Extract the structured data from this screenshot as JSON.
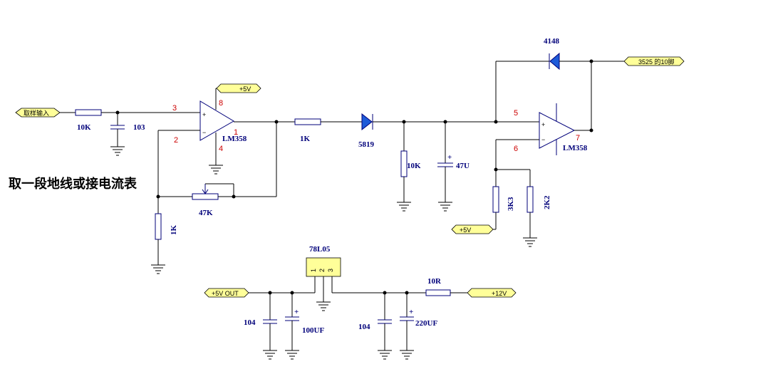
{
  "ports": {
    "input": "取样输入",
    "p5v_top": "+5V",
    "p5v_mid": "+5V",
    "to3525": "3525 的10脚",
    "p5vout": "+5V OUT",
    "p12v": "+12V"
  },
  "parts": {
    "r10k": "10K",
    "c103": "103",
    "op1": "LM358",
    "r1k_a": "1K",
    "d5819": "5819",
    "r10k_b": "10K",
    "c47u": "47U",
    "r47k": "47K",
    "r1k_b": "1K",
    "d4148": "4148",
    "op2": "LM358",
    "r3k3": "3K3",
    "r2k2": "2K2",
    "reg": "78L05",
    "c104_a": "104",
    "c100uf": "100UF",
    "c104_b": "104",
    "c220uf": "220UF",
    "r10r": "10R"
  },
  "pins": {
    "op1_in_p": "3",
    "op1_in_n": "2",
    "op1_vcc": "8",
    "op1_gnd": "4",
    "op1_out": "1",
    "op2_in_p": "5",
    "op2_in_n": "6",
    "op2_out": "7",
    "reg_1": "1",
    "reg_2": "2",
    "reg_3": "3"
  },
  "signs": {
    "plus": "+",
    "minus": "−"
  },
  "note": "取一段地线或接电流表"
}
